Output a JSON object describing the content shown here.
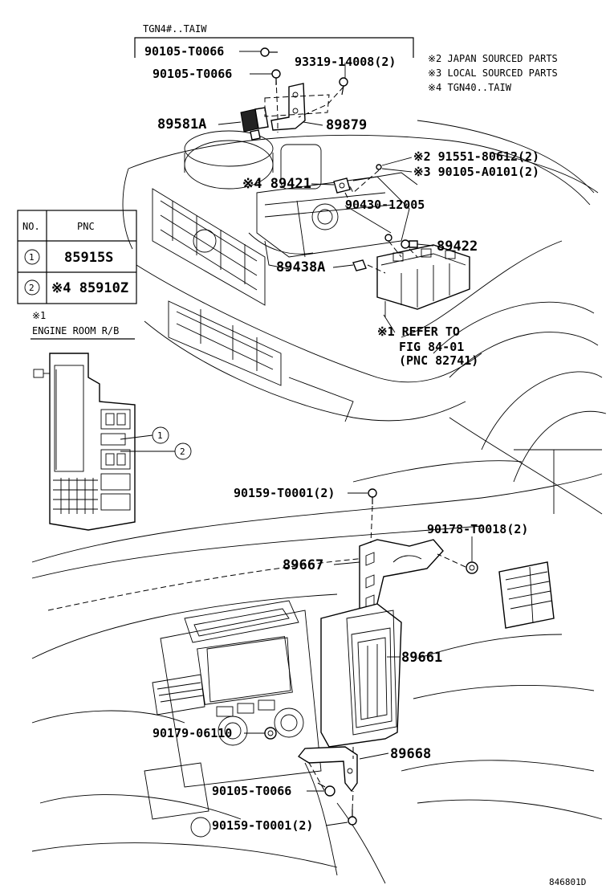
{
  "top_group_label": "TGN4#..TAIW",
  "notes": [
    "※2  JAPAN SOURCED PARTS",
    "※3  LOCAL SOURCED PARTS",
    "※4  TGN40..TAIW"
  ],
  "pnc_table": {
    "header_no": "NO.",
    "header_pnc": "PNC",
    "rows": [
      {
        "no": "1",
        "pnc": "85915S"
      },
      {
        "no": "2",
        "pnc": "※4 85910Z"
      }
    ]
  },
  "inset": {
    "mark": "※1",
    "title": "ENGINE ROOM R/B",
    "callout_1": "1",
    "callout_2": "2"
  },
  "labels": {
    "p90105_t0066_a": "90105-T0066",
    "p90105_t0066_b": "90105-T0066",
    "p93319_14008": "93319-14008(2)",
    "p89581a": "89581A",
    "p89879": "89879",
    "p91551_80612": "※2 91551-80612(2)",
    "p90105_a0101": "※3 90105-A0101(2)",
    "p89421": "※4 89421",
    "p90430_12005": "90430-12005",
    "p89422": "89422",
    "p89438a": "89438A",
    "refer_1": "※1 REFER TO",
    "refer_2": "FIG 84-01",
    "refer_3": "(PNC 82741)",
    "p90159_t0001_a": "90159-T0001(2)",
    "p90178_t0018": "90178-T0018(2)",
    "p89667": "89667",
    "p89661": "89661",
    "p90179_06110": "90179-06110",
    "p89668": "89668",
    "p90105_t0066_c": "90105-T0066",
    "p90159_t0001_b": "90159-T0001(2)"
  },
  "figure_code": "846801D"
}
